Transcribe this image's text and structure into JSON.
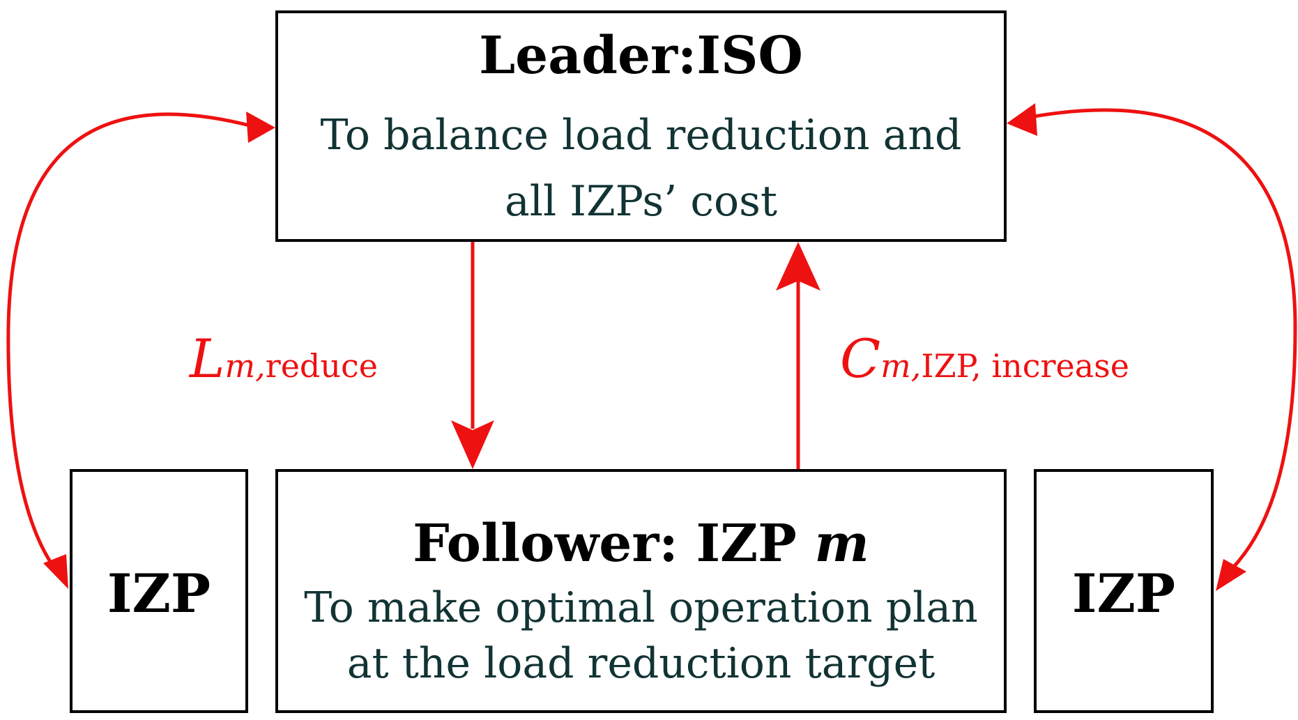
{
  "leader": {
    "title": "Leader:ISO",
    "desc_line1": "To balance load reduction and",
    "desc_line2": "all IZPs’  cost"
  },
  "follower": {
    "title_text": "Follower: IZP ",
    "title_var": "m",
    "desc_line1": "To make optimal operation plan",
    "desc_line2": "at the load reduction target"
  },
  "izp_left": {
    "label": "IZP"
  },
  "izp_right": {
    "label": "IZP"
  },
  "reduce_flow": {
    "symbol": "L",
    "sub_var": "m,",
    "sub_text": "reduce"
  },
  "increase_flow": {
    "symbol": "C",
    "sub_var": "m,",
    "sub_text": "IZP, increase"
  },
  "colors": {
    "arrow": "#ee1111",
    "box_border": "#000000",
    "desc_text": "#123333"
  }
}
